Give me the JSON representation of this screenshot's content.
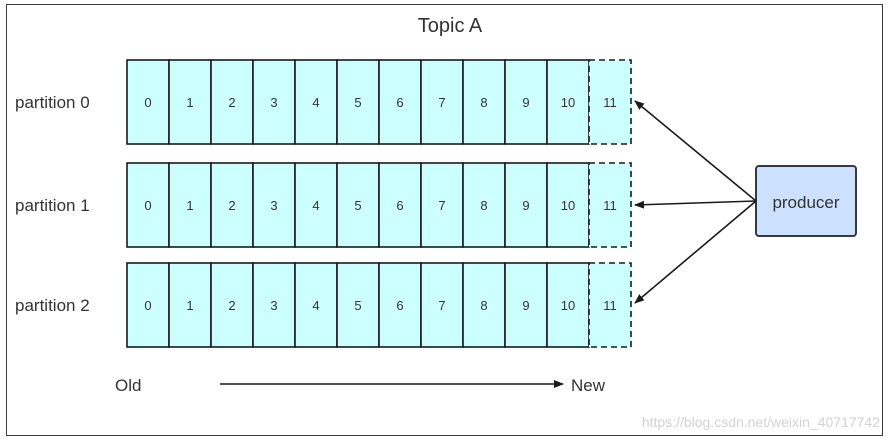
{
  "title": "Topic A",
  "partitions": [
    {
      "label": "partition 0",
      "offsets": [
        "0",
        "1",
        "2",
        "3",
        "4",
        "5",
        "6",
        "7",
        "8",
        "9",
        "10"
      ],
      "next_offset": "11"
    },
    {
      "label": "partition 1",
      "offsets": [
        "0",
        "1",
        "2",
        "3",
        "4",
        "5",
        "6",
        "7",
        "8",
        "9",
        "10"
      ],
      "next_offset": "11"
    },
    {
      "label": "partition 2",
      "offsets": [
        "0",
        "1",
        "2",
        "3",
        "4",
        "5",
        "6",
        "7",
        "8",
        "9",
        "10"
      ],
      "next_offset": "11"
    }
  ],
  "producer": {
    "label": "producer"
  },
  "timeline": {
    "old_label": "Old",
    "new_label": "New"
  },
  "watermark": "https://blog.csdn.net/weixin_40717742",
  "colors": {
    "cell_fill": "#ccffff",
    "producer_fill": "#cce0ff",
    "producer_border": "#36393d",
    "stroke": "#1a1a1a",
    "text": "#333333"
  }
}
